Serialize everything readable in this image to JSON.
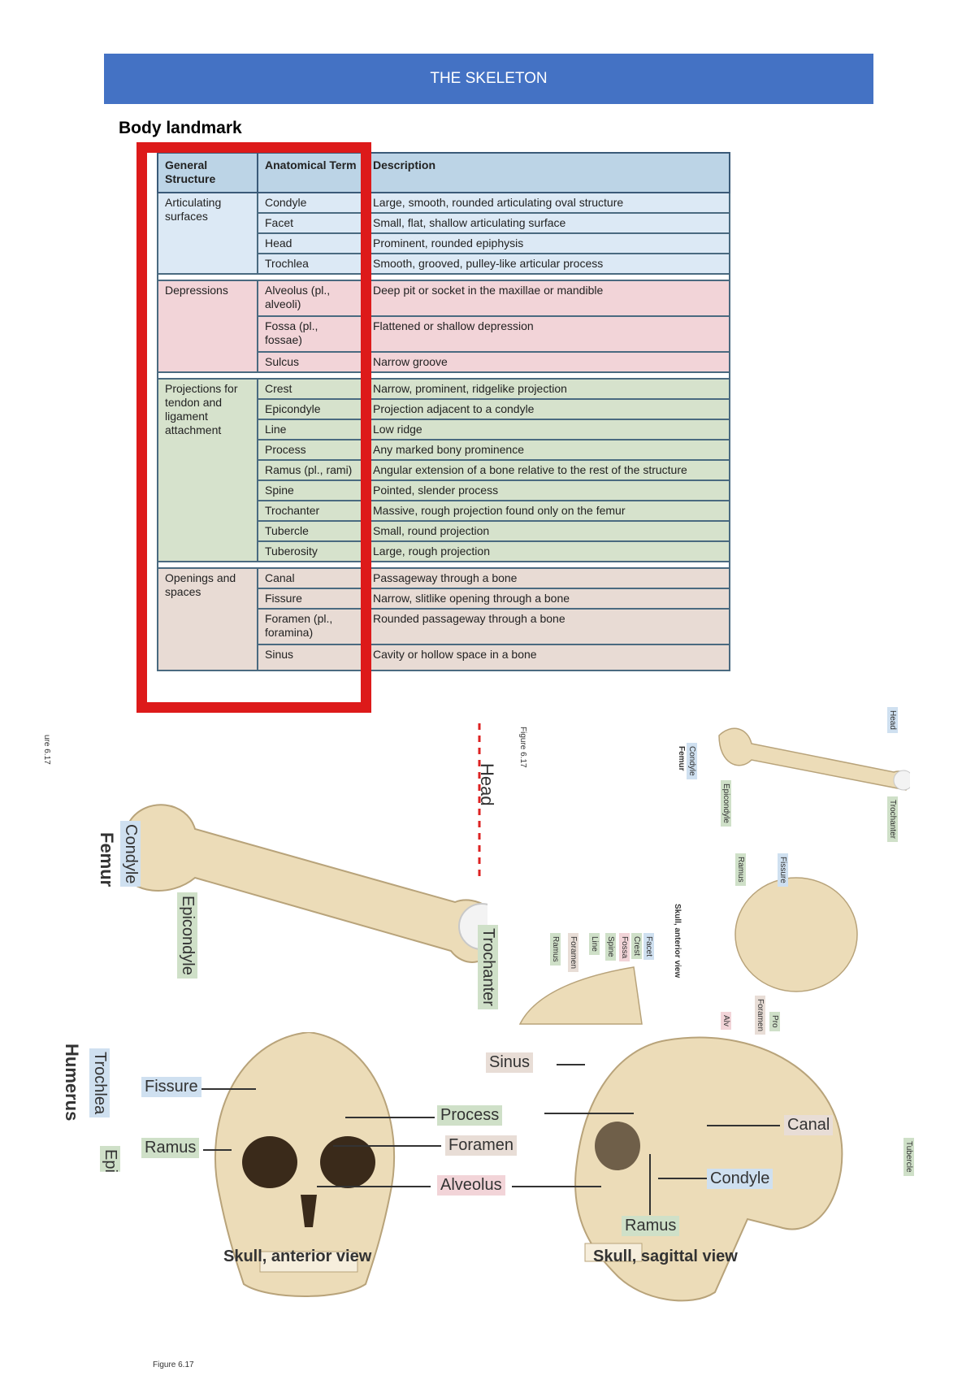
{
  "banner": {
    "title": "THE SKELETON"
  },
  "section": {
    "heading": "Body landmark"
  },
  "table": {
    "headers": [
      "General Structure",
      "Anatomical Term",
      "Description"
    ],
    "groups": [
      {
        "structure": "Articulating surfaces",
        "rows": [
          {
            "term": "Condyle",
            "desc": "Large, smooth, rounded articulating oval structure"
          },
          {
            "term": "Facet",
            "desc": "Small, flat, shallow articulating surface"
          },
          {
            "term": "Head",
            "desc": "Prominent, rounded epiphysis"
          },
          {
            "term": "Trochlea",
            "desc": "Smooth, grooved, pulley-like articular process"
          }
        ]
      },
      {
        "structure": "Depressions",
        "rows": [
          {
            "term": "Alveolus (pl., alveoli)",
            "desc": "Deep pit or socket in the maxillae or mandible"
          },
          {
            "term": "Fossa (pl., fossae)",
            "desc": "Flattened or shallow depression"
          },
          {
            "term": "Sulcus",
            "desc": "Narrow groove"
          }
        ]
      },
      {
        "structure": "Projections for tendon and ligament attachment",
        "rows": [
          {
            "term": "Crest",
            "desc": "Narrow, prominent, ridgelike projection"
          },
          {
            "term": "Epicondyle",
            "desc": "Projection adjacent to a condyle"
          },
          {
            "term": "Line",
            "desc": "Low ridge"
          },
          {
            "term": "Process",
            "desc": "Any marked bony prominence"
          },
          {
            "term": "Ramus (pl., rami)",
            "desc": "Angular extension of a bone relative to the rest of the structure"
          },
          {
            "term": "Spine",
            "desc": "Pointed, slender process"
          },
          {
            "term": "Trochanter",
            "desc": "Massive, rough projection found only on the femur"
          },
          {
            "term": "Tubercle",
            "desc": "Small, round projection"
          },
          {
            "term": "Tuberosity",
            "desc": "Large, rough projection"
          }
        ]
      },
      {
        "structure": "Openings and spaces",
        "rows": [
          {
            "term": "Canal",
            "desc": "Passageway through a bone"
          },
          {
            "term": "Fissure",
            "desc": "Narrow, slitlike opening through a bone"
          },
          {
            "term": "Foramen (pl., foramina)",
            "desc": "Rounded passageway through a bone"
          },
          {
            "term": "Sinus",
            "desc": "Cavity or hollow space in a bone"
          }
        ]
      }
    ]
  },
  "femur_figure": {
    "fig_label": "ure 6.17",
    "bone_name": "Femur",
    "labels": {
      "condyle": "Condyle",
      "epicondyle": "Epicondyle",
      "head": "Head",
      "trochanter": "Trochanter"
    }
  },
  "small_figure": {
    "fig_label": "Figure 6.17",
    "femur": "Femur",
    "condyle": "Condyle",
    "epicondyle": "Epicondyle",
    "head": "Head",
    "trochanter": "Trochanter",
    "ramus": "Ramus",
    "fissure": "Fissure",
    "skull_caption": "Skull, anterior view",
    "foramen": "Foramen",
    "alveolus": "Alv",
    "process": "Pro",
    "pelvis_labels": [
      "Facet",
      "Crest",
      "Fossa",
      "Spine",
      "Line",
      "Foramen",
      "Ramus"
    ]
  },
  "skull_figure": {
    "humerus": "Humerus",
    "trochlea": "Trochlea",
    "epicondyle_partial": "Epicondyle",
    "tubercle": "Tubercle",
    "labels": {
      "fissure": "Fissure",
      "ramus_left": "Ramus",
      "sinus": "Sinus",
      "process": "Process",
      "foramen": "Foramen",
      "alveolus": "Alveolus",
      "canal": "Canal",
      "condyle": "Condyle",
      "ramus_right": "Ramus"
    },
    "caption_anterior": "Skull, anterior view",
    "caption_sagittal": "Skull, sagittal view",
    "fig_label": "Figure 6.17"
  }
}
